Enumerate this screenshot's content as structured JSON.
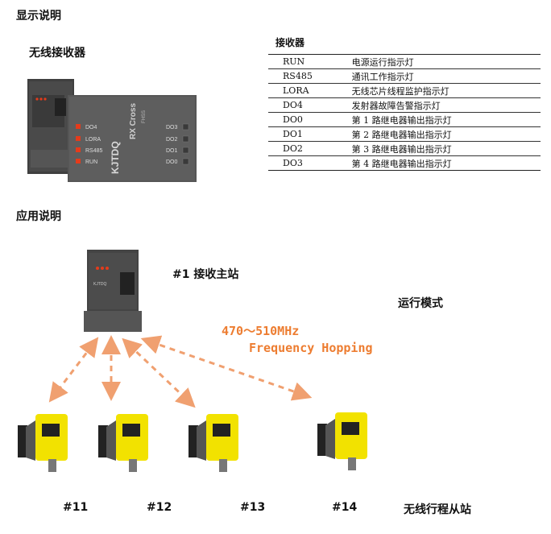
{
  "title": "显示说明",
  "receiver_heading": "无线接收器",
  "device_photo": {
    "brand": "KJTDQ",
    "model": "RX Cross",
    "sub_model": "FHSS",
    "left_leds": [
      "DO4",
      "LORA",
      "RS485",
      "RUN"
    ],
    "right_leds": [
      "DO3",
      "DO2",
      "DO1",
      "DO0"
    ]
  },
  "table": {
    "caption": "接收器",
    "rows": [
      {
        "name": "RUN",
        "desc": "电源运行指示灯"
      },
      {
        "name": "RS485",
        "desc": "通讯工作指示灯"
      },
      {
        "name": "LORA",
        "desc": "无线芯片线程监护指示灯"
      },
      {
        "name": "DO4",
        "desc": "发射器故障告警指示灯"
      },
      {
        "name": "DO0",
        "desc": "第 1 路继电器输出指示灯"
      },
      {
        "name": "DO1",
        "desc": "第 2 路继电器输出指示灯"
      },
      {
        "name": "DO2",
        "desc": "第 3 路继电器输出指示灯"
      },
      {
        "name": "DO3",
        "desc": "第 4 路继电器输出指示灯"
      }
    ]
  },
  "application": {
    "heading": "应用说明",
    "master_label": "#1 接收主站",
    "mode_label": "运行模式",
    "freq_range": "470～510MHz",
    "freq_mode": "Frequency Hopping",
    "stations": [
      "#11",
      "#12",
      "#13",
      "#14"
    ],
    "slave_label": "无线行程从站"
  },
  "colors": {
    "accent": "#ed7d31",
    "led_red": "#e53b1b",
    "device_body": "#4a4a4a",
    "sensor_yellow": "#f2e200"
  }
}
